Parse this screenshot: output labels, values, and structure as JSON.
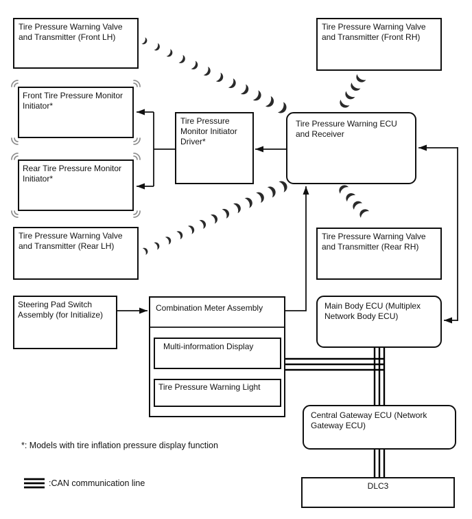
{
  "boxes": {
    "front_lh": "Tire Pressure Warning Valve and Transmitter (Front LH)",
    "front_rh": "Tire Pressure Warning Valve and Transmitter (Front RH)",
    "front_initiator": "Front Tire Pressure Monitor Initiator*",
    "rear_initiator": "Rear Tire Pressure Monitor Initiator*",
    "initiator_driver": "Tire Pressure Monitor Initiator Driver*",
    "tpw_ecu": "Tire Pressure Warning ECU and Receiver",
    "rear_lh": "Tire Pressure Warning Valve and Transmitter (Rear LH)",
    "rear_rh": "Tire Pressure Warning Valve and Transmitter (Rear RH)",
    "steering_pad": "Steering Pad Switch Assembly (for Initialize)",
    "combination_meter": "Combination Meter Assembly",
    "multi_info_display": "Multi-information Display",
    "tpw_light": "Tire Pressure Warning Light",
    "main_body_ecu": "Main Body ECU (Multiplex Network Body ECU)",
    "central_gateway": "Central Gateway ECU (Network Gateway ECU)",
    "dlc3": "DLC3"
  },
  "notes": {
    "footnote": "*: Models with tire inflation pressure display function",
    "can_legend": ":CAN communication line"
  },
  "colors": {
    "line": "#111111",
    "wireless_signal": "#2a2a2a",
    "initiator_signal": "#8c8c8c",
    "background": "#ffffff"
  }
}
